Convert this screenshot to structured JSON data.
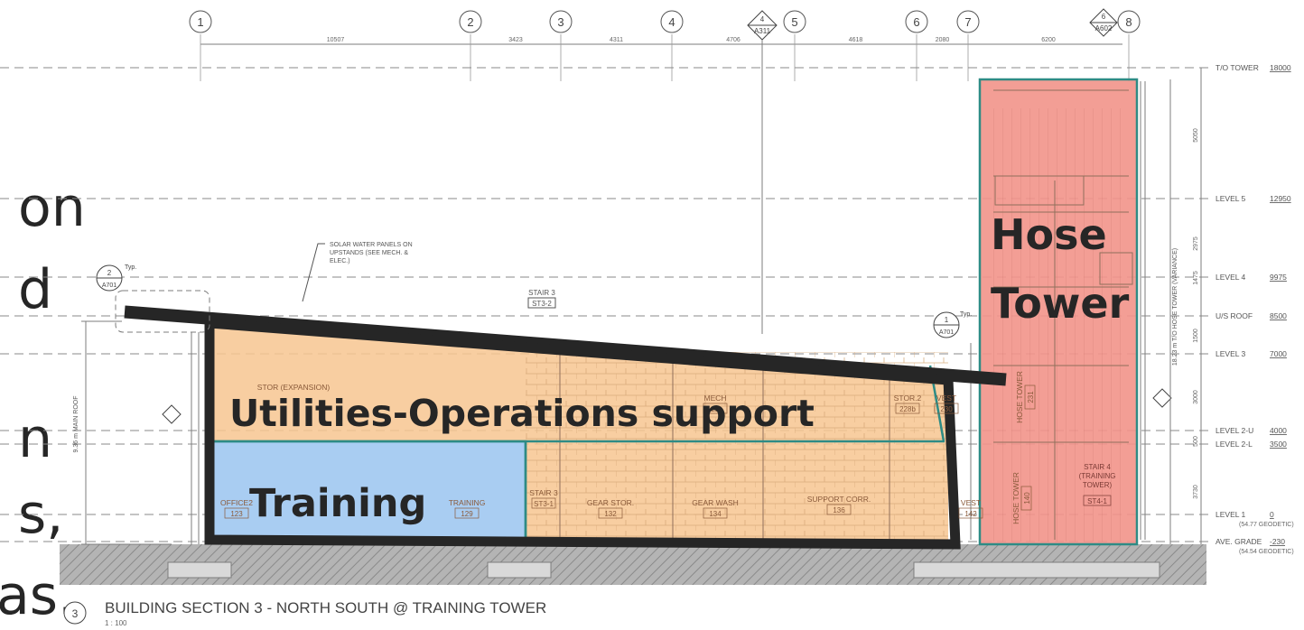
{
  "slide_text_fragments": [
    "on",
    "d",
    "n",
    "s,",
    "as."
  ],
  "grid": {
    "labels": [
      "1",
      "2",
      "3",
      "4",
      "5",
      "6",
      "7",
      "8"
    ],
    "dimensions": [
      "10507",
      "3423",
      "4311",
      "4706",
      "4618",
      "2080",
      "6200"
    ]
  },
  "levels": [
    {
      "name": "T/O TOWER",
      "value": "18000"
    },
    {
      "name": "LEVEL 5",
      "value": "12950"
    },
    {
      "name": "LEVEL 4",
      "value": "9975"
    },
    {
      "name": "U/S ROOF",
      "value": "8500"
    },
    {
      "name": "LEVEL 3",
      "value": "7000"
    },
    {
      "name": "LEVEL 2-U",
      "value": "4000"
    },
    {
      "name": "LEVEL 2-L",
      "value": "3500"
    },
    {
      "name": "LEVEL 1",
      "value": "0",
      "note": "(54.77 GEODETIC)"
    },
    {
      "name": "AVE. GRADE",
      "value": "-230",
      "note": "(54.54 GEODETIC)"
    }
  ],
  "tower_dims": [
    "5050",
    "2975",
    "1475",
    "1500",
    "3000",
    "500",
    "3730"
  ],
  "section_refs": {
    "top_a": {
      "num": "4",
      "sheet": "A311"
    },
    "top_b": {
      "num": "6",
      "sheet": "A602"
    },
    "left": {
      "num": "2",
      "sheet": "A701",
      "typ": "Typ."
    },
    "right": {
      "num": "1",
      "sheet": "A701",
      "typ": "Typ."
    }
  },
  "notes": {
    "solar": [
      "SOLAR WATER PANELS ON",
      "UPSTANDS (SEE MECH. &",
      "ELEC.)"
    ],
    "stair3": {
      "name": "STAIR 3",
      "tag": "ST3-2"
    },
    "main_roof": "9.36 m MAIN ROOF",
    "tower_height": "18.23 m T/O HOSE TOWER (VARIANCE)"
  },
  "rooms": [
    {
      "name": "STOR (EXPANSION)",
      "num": ""
    },
    {
      "name": "MECH",
      "num": "22"
    },
    {
      "name": "STOR.2",
      "num": "228b"
    },
    {
      "name": "VEST",
      "num": "230"
    },
    {
      "name": "OFFICE2",
      "num": "123"
    },
    {
      "name": "TRAINING",
      "num": "129"
    },
    {
      "name": "STAIR 3",
      "num": "ST3-1"
    },
    {
      "name": "GEAR STOR.",
      "num": "132"
    },
    {
      "name": "GEAR WASH",
      "num": "134"
    },
    {
      "name": "SUPPORT CORR.",
      "num": "136"
    },
    {
      "name": "VEST",
      "num": "142"
    },
    {
      "name": "HOSE TOWER",
      "num": "231"
    },
    {
      "name": "HOSE TOWER",
      "num": "140"
    },
    {
      "name": "STAIR 4 (TRAINING TOWER)",
      "num": "ST4-1"
    }
  ],
  "zones": {
    "hose_tower": [
      "Hose",
      "Tower"
    ],
    "utilities": "Utilities-Operations support",
    "training": "Training"
  },
  "title": {
    "number": "3",
    "text": "BUILDING SECTION 3 - NORTH SOUTH @ TRAINING TOWER",
    "scale": "1 : 100"
  },
  "colors": {
    "utilities_fill": "#f7c590",
    "training_fill": "#a9cdf2",
    "hose_fill": "#f2938a",
    "outline": "#262626",
    "teal": "#2e8b85",
    "linework": "#7d7d7d",
    "ground": "#a5a5a5"
  }
}
